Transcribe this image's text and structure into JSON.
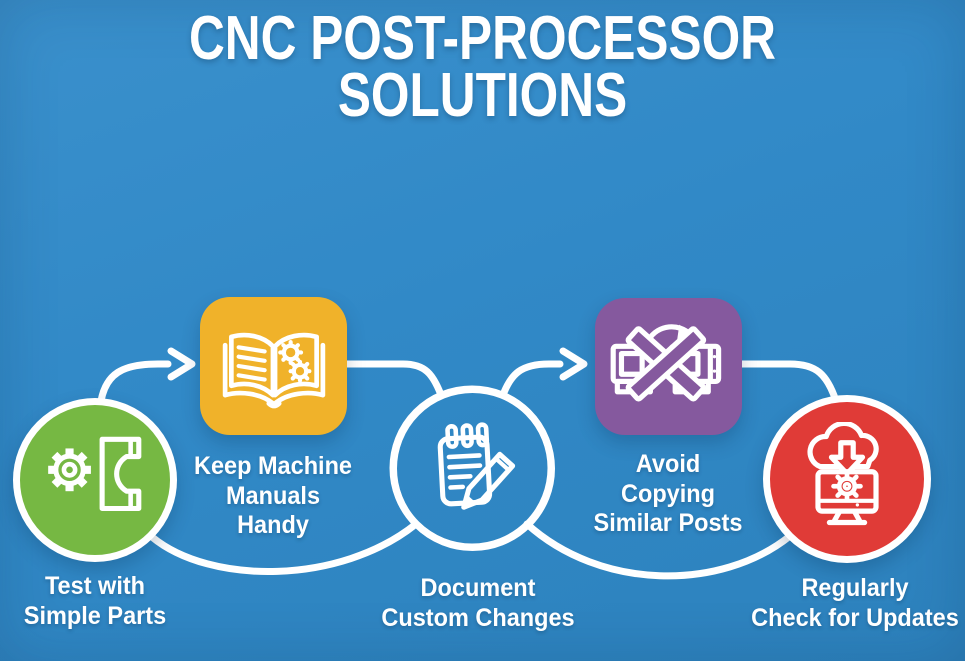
{
  "title": "CNC POST-PROCESSOR\nSOLUTIONS",
  "colors": {
    "background": "#3189c7",
    "step_green": "#76b843",
    "step_yellow": "#f0b22a",
    "step_purple": "#85599e",
    "step_red": "#e03b37",
    "line_and_text": "#ffffff"
  },
  "steps": [
    {
      "label": "Test with\nSimple Parts",
      "shape": "circle",
      "color": "#76b843",
      "icon": "gear-part-icon"
    },
    {
      "label": "Keep Machine\nManuals\nHandy",
      "shape": "rounded-square",
      "color": "#f0b22a",
      "icon": "machine-manual-book-icon"
    },
    {
      "label": "Document\nCustom Changes",
      "shape": "outlined-circle",
      "color": "transparent",
      "icon": "notepad-pencil-icon"
    },
    {
      "label": "Avoid\nCopying\nSimilar Posts",
      "shape": "rounded-square",
      "color": "#85599e",
      "icon": "no-copy-icon"
    },
    {
      "label": "Regularly\nCheck for Updates",
      "shape": "circle",
      "color": "#e03b37",
      "icon": "cloud-download-monitor-icon"
    }
  ]
}
